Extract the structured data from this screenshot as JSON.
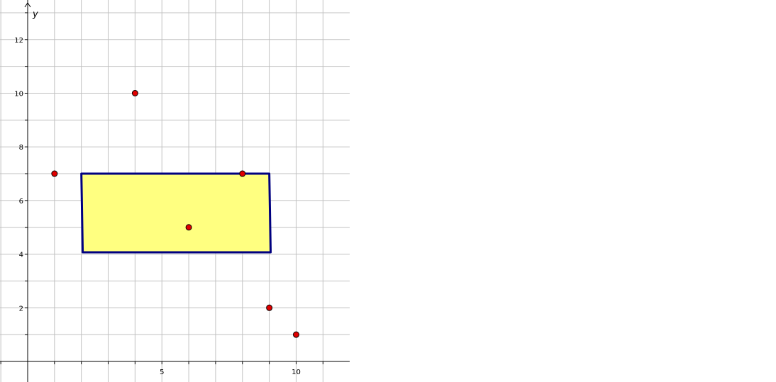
{
  "graph": {
    "y_axis_label": "y",
    "x_range": [
      -1,
      12
    ],
    "y_range": [
      -0.8,
      13.2
    ],
    "x_tick_labels": [
      {
        "value": 5,
        "label": "5"
      },
      {
        "value": 10,
        "label": "10"
      }
    ],
    "y_tick_labels": [
      {
        "value": 2,
        "label": "2"
      },
      {
        "value": 4,
        "label": "4"
      },
      {
        "value": 6,
        "label": "6"
      },
      {
        "value": 8,
        "label": "8"
      },
      {
        "value": 10,
        "label": "10"
      },
      {
        "value": 12,
        "label": "12"
      }
    ],
    "grid": true,
    "grid_step": 1,
    "polygon": {
      "vertices": [
        [
          2,
          7
        ],
        [
          9,
          7
        ],
        [
          9.05,
          4.07
        ],
        [
          2.05,
          4.07
        ]
      ],
      "fill_color": "#ffff80",
      "stroke_color": "#000080"
    },
    "points": [
      {
        "x": 1,
        "y": 7
      },
      {
        "x": 4,
        "y": 10
      },
      {
        "x": 6,
        "y": 5
      },
      {
        "x": 8,
        "y": 7
      },
      {
        "x": 9,
        "y": 2
      },
      {
        "x": 10,
        "y": 1
      }
    ],
    "point_color": "#e00000",
    "axis_color": "#000000",
    "grid_color": "#c0c0c0"
  }
}
